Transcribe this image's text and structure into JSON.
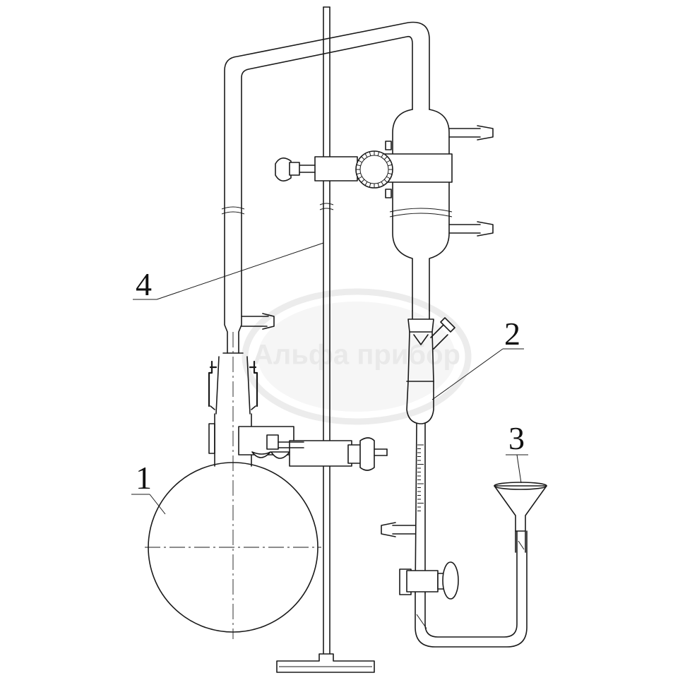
{
  "watermark": {
    "text": "Альфа прибор"
  },
  "callouts": [
    {
      "id": "flask",
      "label": "1"
    },
    {
      "id": "receiver",
      "label": "2"
    },
    {
      "id": "funnel",
      "label": "3"
    },
    {
      "id": "stand",
      "label": "4"
    }
  ],
  "colors": {
    "line": "#1a1a1a",
    "background": "#ffffff",
    "watermark": "#e9e9e9"
  }
}
